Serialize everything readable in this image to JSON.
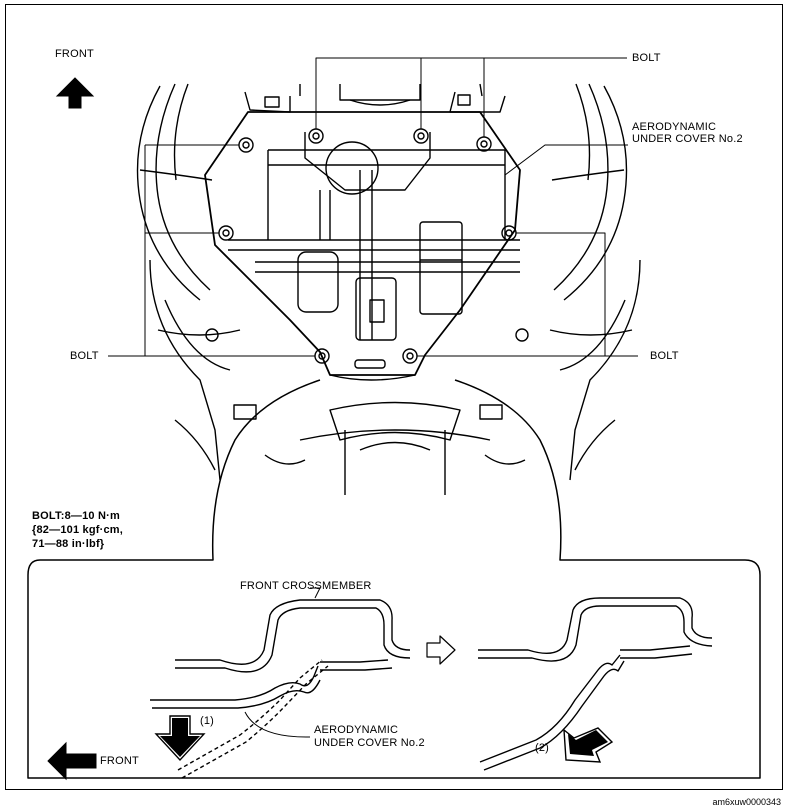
{
  "labels": {
    "front_top": "FRONT",
    "bolt_top": "BOLT",
    "aero_cover_line1": "AERODYNAMIC",
    "aero_cover_line2": "UNDER COVER No.2",
    "bolt_left": "BOLT",
    "bolt_right": "BOLT",
    "torque_line1": "BOLT:8—10 N·m",
    "torque_line2": "{82—101 kgf·cm,",
    "torque_line3": "71—88 in·lbf}",
    "front_crossmember": "FRONT CROSSMEMBER",
    "step1": "(1)",
    "step2": "(2)",
    "detail_cover_line1": "AERODYNAMIC",
    "detail_cover_line2": "UNDER COVER No.2",
    "front_bottom": "FRONT"
  },
  "footer": {
    "ref_code": "am6xuw0000343"
  }
}
